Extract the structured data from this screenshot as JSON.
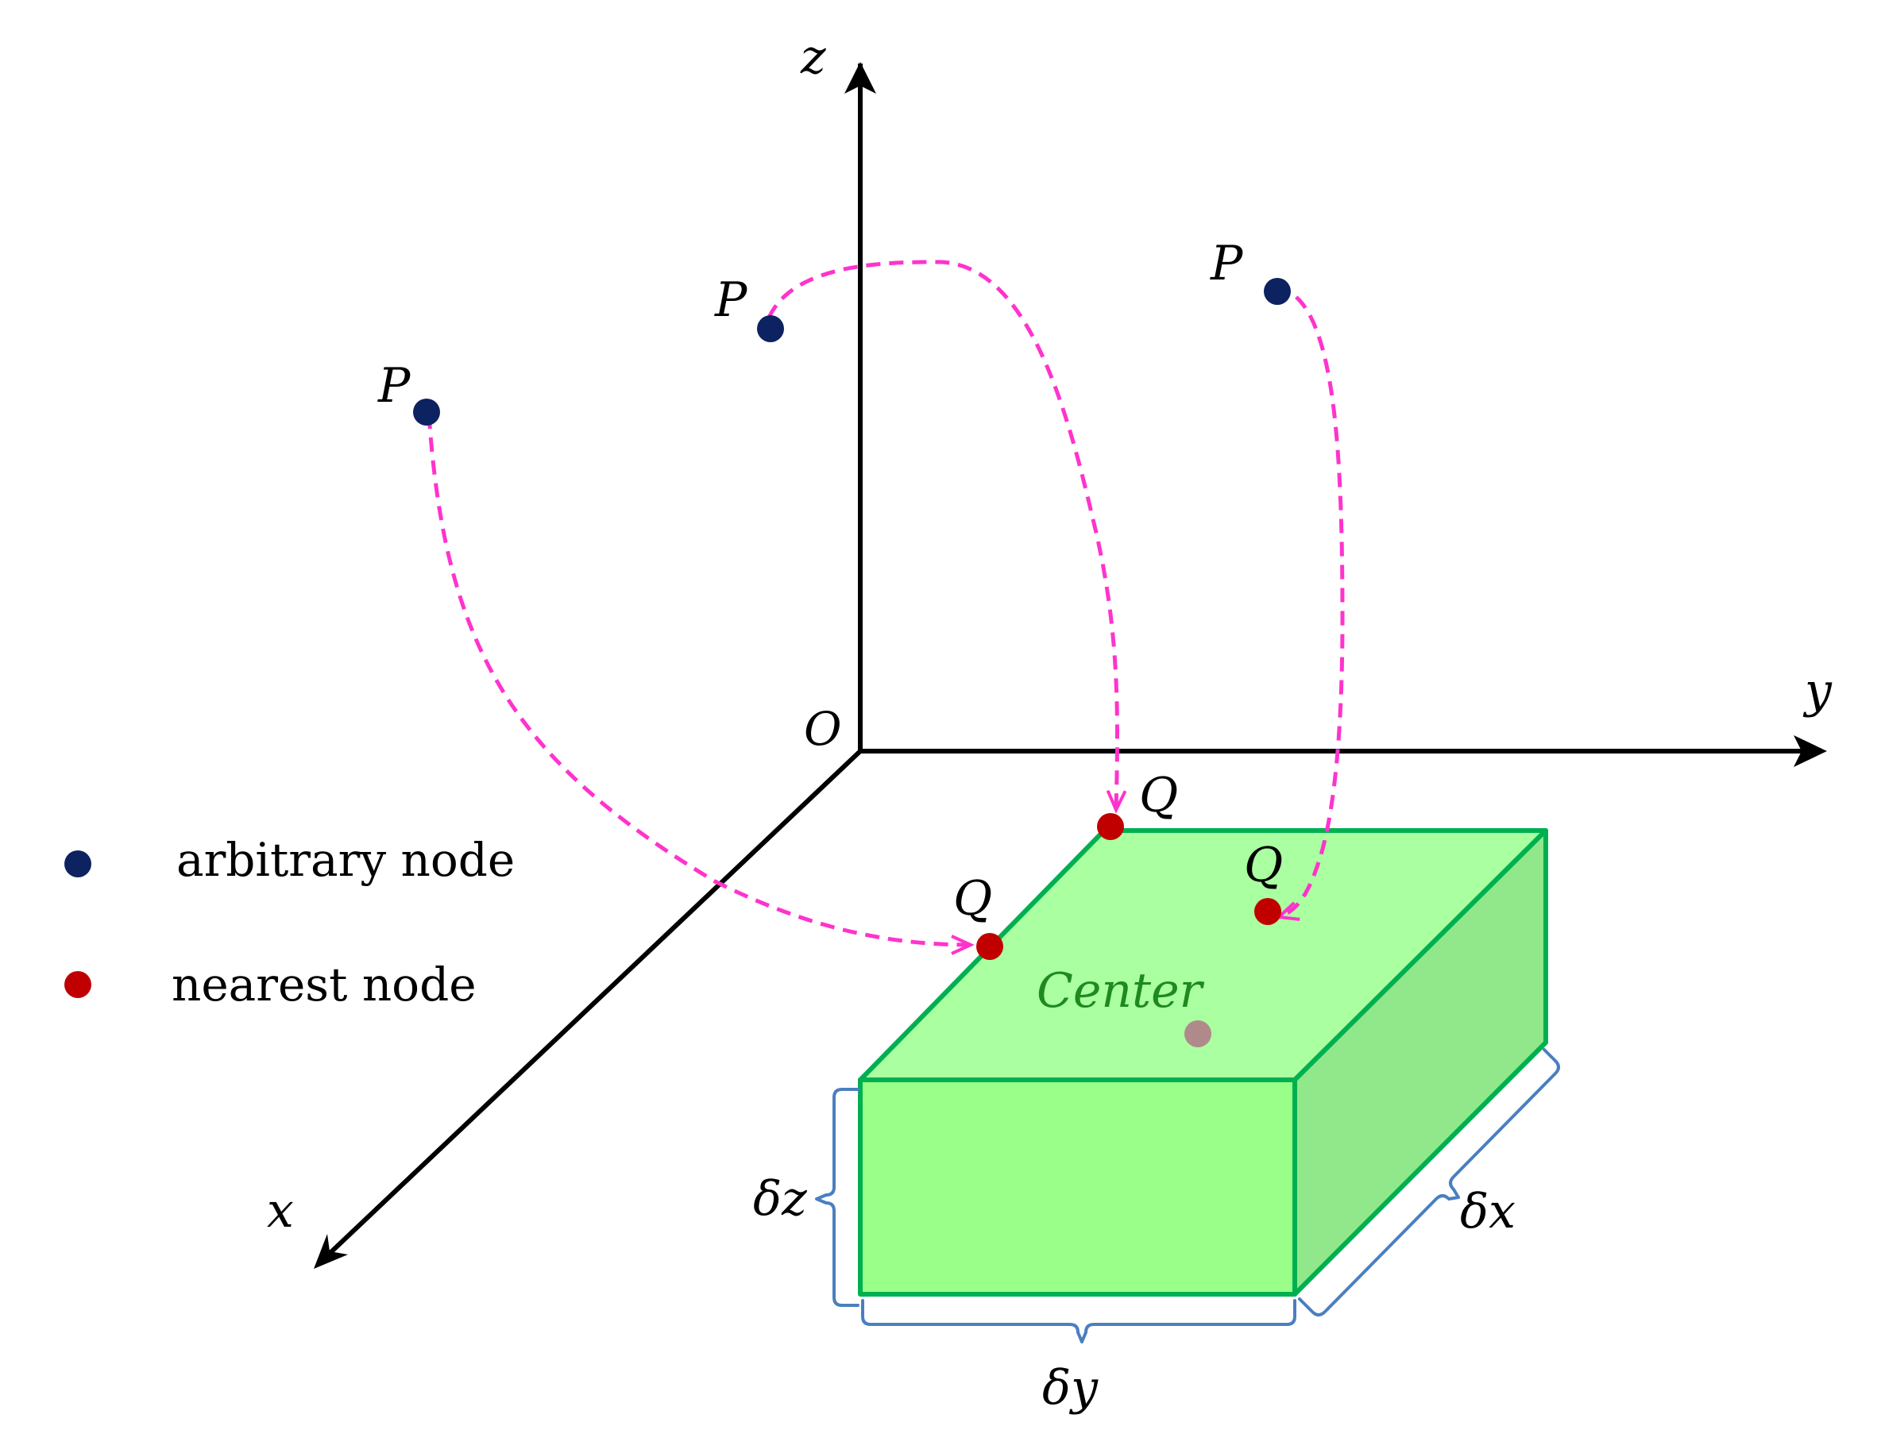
{
  "axes": {
    "origin_label": "O",
    "x_label": "x",
    "y_label": "y",
    "z_label": "z"
  },
  "nodes": {
    "p_label": "P",
    "q_label": "Q"
  },
  "box": {
    "center_label": "Center",
    "dx_label": "δx",
    "dy_label": "δy",
    "dz_label": "δz"
  },
  "legend": {
    "arbitrary_label": "arbitrary node",
    "nearest_label": "nearest node"
  },
  "colors": {
    "axis": "#000000",
    "arbitrary_node": "#0d2260",
    "nearest_node": "#c00000",
    "center_node": "#b08a8a",
    "path": "#ff33cc",
    "box_top": "#aaffa0",
    "box_front": "#99ff88",
    "box_side": "#90e88a",
    "box_edge": "#00b050",
    "center_text": "#1e8a1e",
    "bracket": "#4a7fc0"
  }
}
